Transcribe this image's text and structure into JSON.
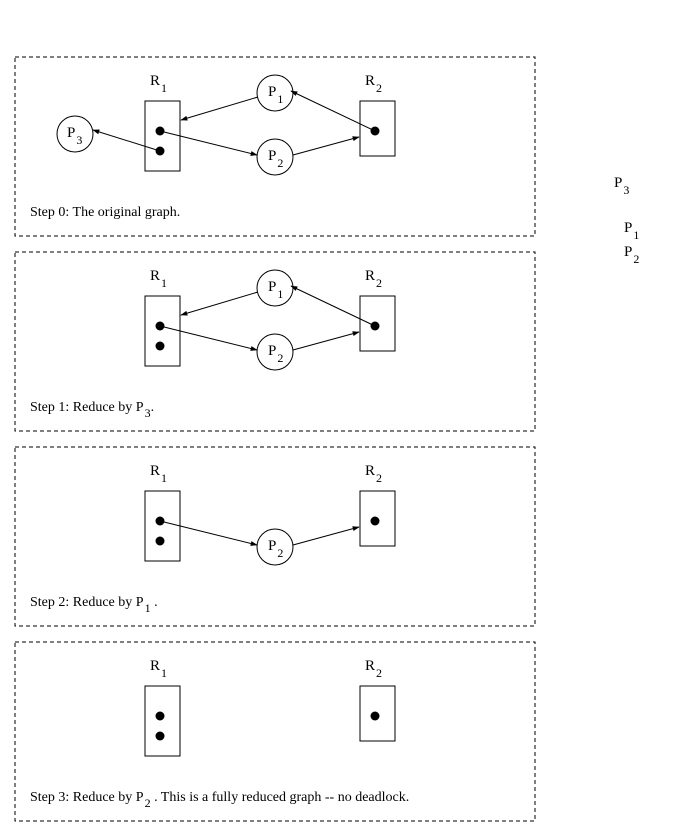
{
  "resources": {
    "r1": {
      "letter": "R",
      "index": "1"
    },
    "r2": {
      "letter": "R",
      "index": "2"
    }
  },
  "processes": {
    "p1": {
      "letter": "P",
      "index": "1"
    },
    "p2": {
      "letter": "P",
      "index": "2"
    },
    "p3": {
      "letter": "P",
      "index": "3"
    }
  },
  "steps": [
    {
      "caption": "Step 0: The original graph."
    },
    {
      "caption_pre": "Step 1: Reduce by ",
      "ref_letter": "P",
      "ref_index": "3",
      "caption_post": "."
    },
    {
      "caption_pre": "Step 2: Reduce by ",
      "ref_letter": "P",
      "ref_index": "1",
      "caption_post": " ."
    },
    {
      "caption_pre": "Step 3: Reduce by ",
      "ref_letter": "P",
      "ref_index": "2",
      "caption_post": " . This is a fully reduced graph -- no deadlock."
    }
  ],
  "side_labels": [
    {
      "letter": "P",
      "index": "3"
    },
    {
      "letter": "P",
      "index": "1"
    },
    {
      "letter": "P",
      "index": "2"
    }
  ]
}
